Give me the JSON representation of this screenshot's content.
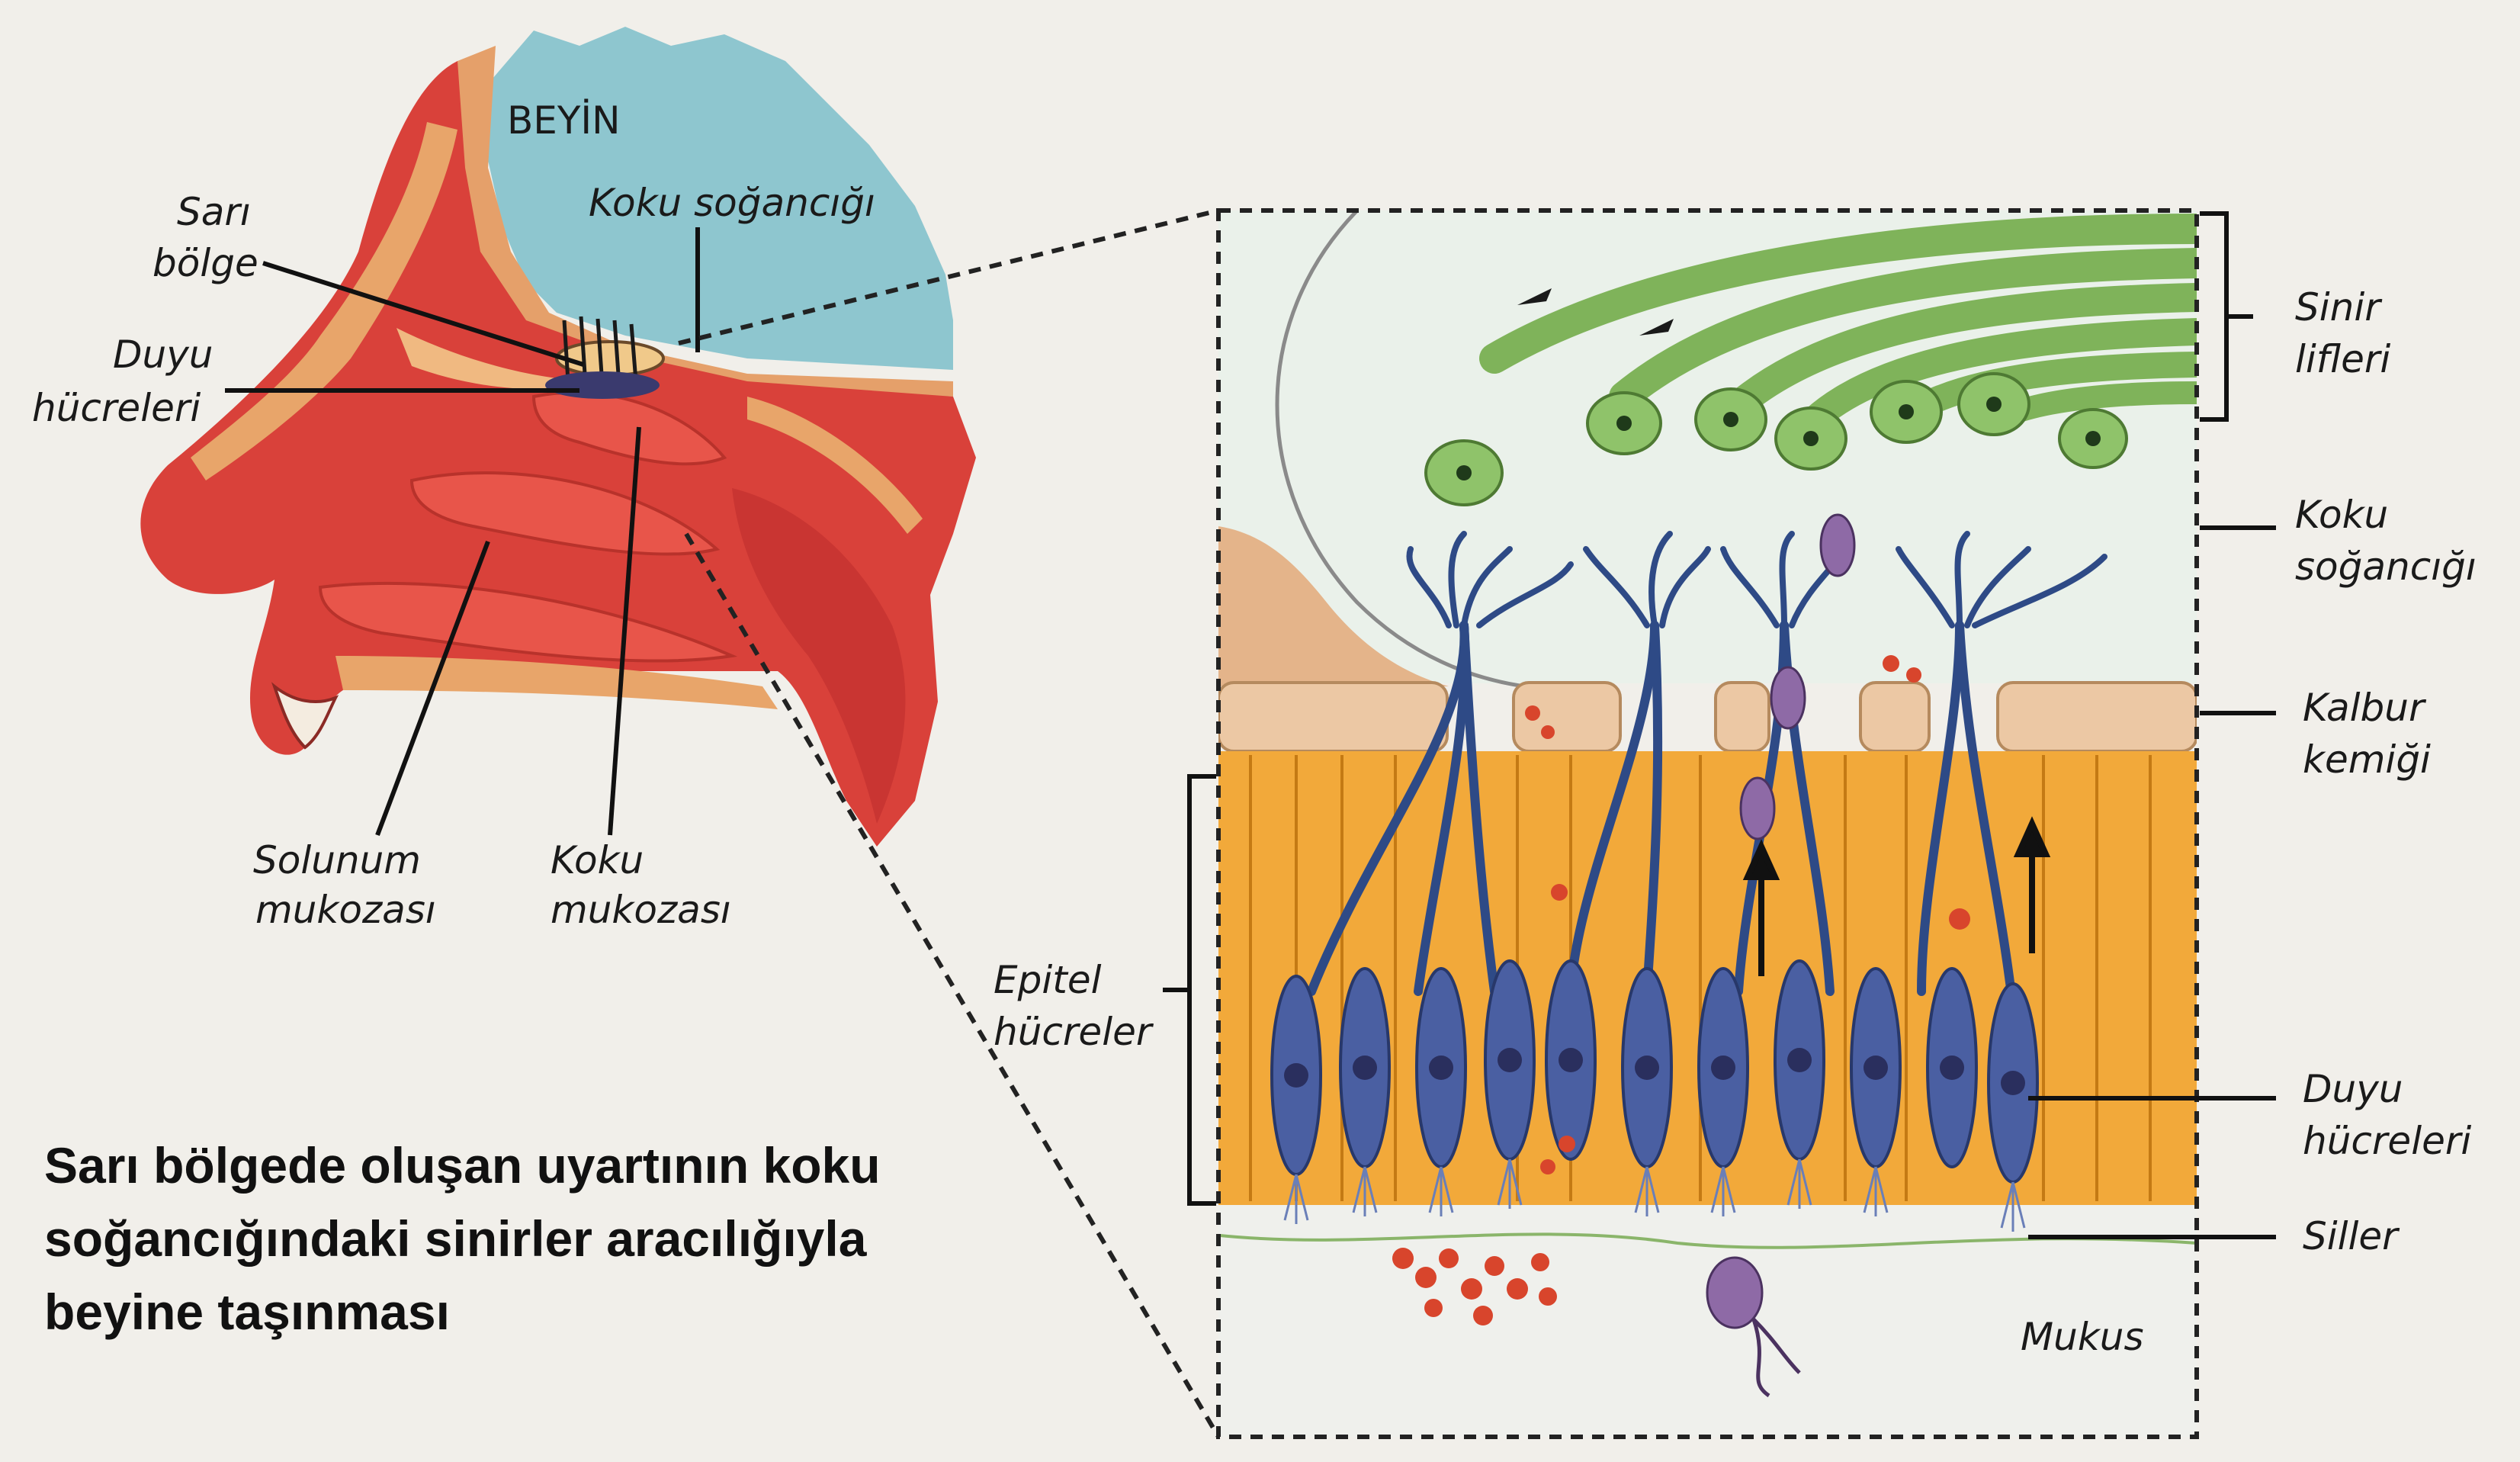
{
  "head_labels": {
    "brain": "BEYİN",
    "olfactory_bulb": "Koku soğancığı",
    "yellow_region": [
      "Sarı",
      "bölge"
    ],
    "sensory_cells": [
      "Duyu",
      "hücreleri"
    ],
    "respiratory_mucosa": [
      "Solunum",
      "mukozası"
    ],
    "olfactory_mucosa": [
      "Koku",
      "mukozası"
    ]
  },
  "detail_labels": {
    "nerve_fibers": [
      "Sinir",
      "lifleri"
    ],
    "olfactory_bulb": [
      "Koku",
      "soğancığı"
    ],
    "ethmoid_bone": [
      "Kalbur",
      "kemiği"
    ],
    "epithelial_cells": [
      "Epitel",
      "hücreler"
    ],
    "sensory_cells": [
      "Duyu",
      "hücreleri"
    ],
    "cilia": "Siller",
    "mucus": "Mukus"
  },
  "caption": [
    "Sarı bölgede oluşan uyartının koku",
    "soğancığındaki sinirler aracılığıyla",
    "beyine taşınması"
  ],
  "colors": {
    "background": "#f1efea",
    "brain": "#8ec6cf",
    "tissue": "#d9413a",
    "cartilage": "#e8a56a",
    "nerve_fiber": "#7fb35a",
    "bulb_area": "#eaf1ea",
    "bone": "#ecc8a4",
    "epithelium": "#f2a93a",
    "receptor": "#4a5fa2",
    "dendrite": "#2e4a86",
    "mucus_bg": "#eff0ec"
  }
}
